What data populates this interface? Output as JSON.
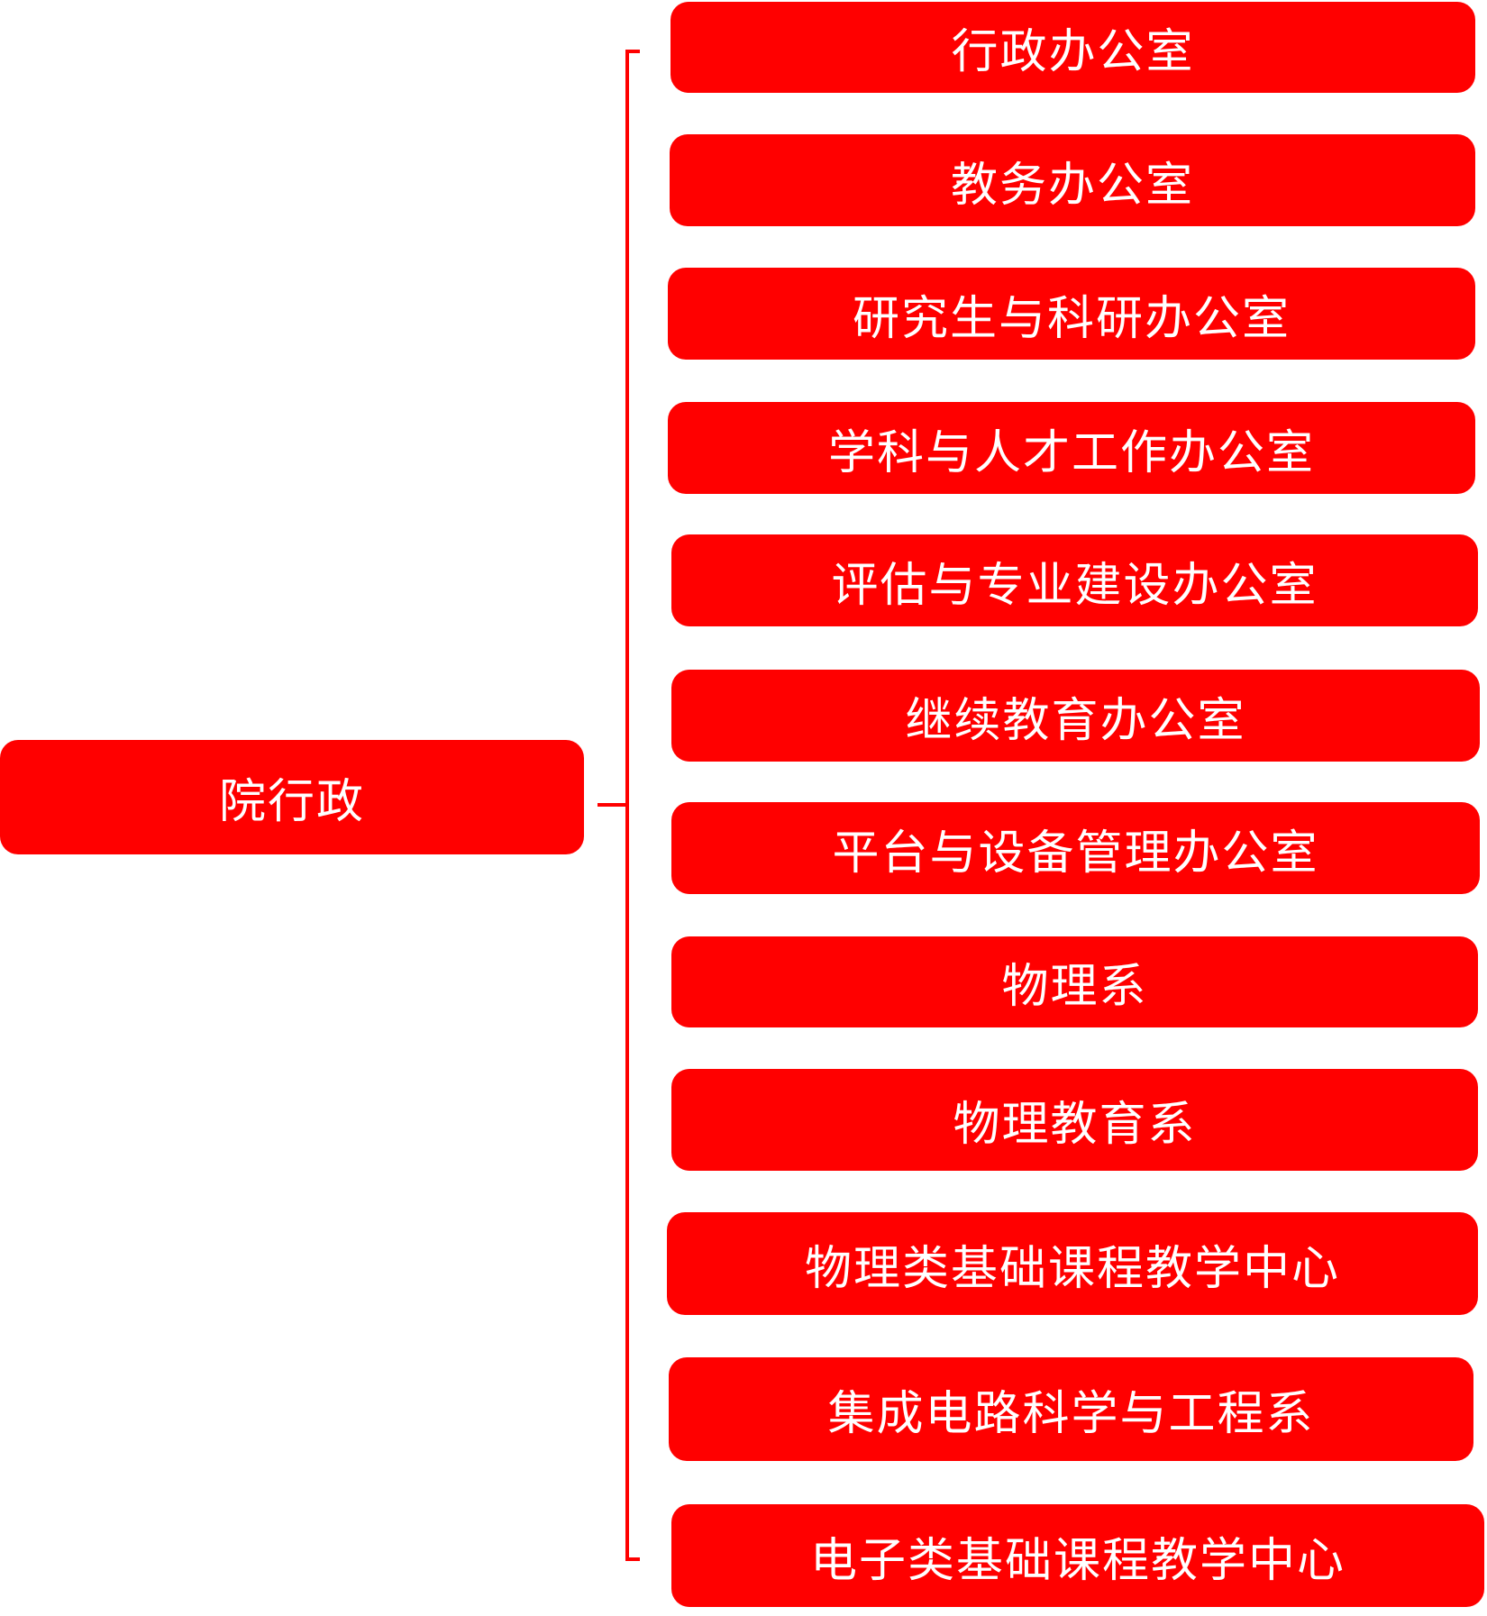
{
  "root": {
    "label": "院行政"
  },
  "children": [
    {
      "label": "行政办公室"
    },
    {
      "label": "教务办公室"
    },
    {
      "label": "研究生与科研办公室"
    },
    {
      "label": "学科与人才工作办公室"
    },
    {
      "label": "评估与专业建设办公室"
    },
    {
      "label": "继续教育办公室"
    },
    {
      "label": "平台与设备管理办公室"
    },
    {
      "label": "物理系"
    },
    {
      "label": "物理教育系"
    },
    {
      "label": "物理类基础课程教学中心"
    },
    {
      "label": "集成电路科学与工程系"
    },
    {
      "label": "电子类基础课程教学中心"
    }
  ],
  "colors": {
    "accent": "#ff0000",
    "text": "#ffffff"
  }
}
